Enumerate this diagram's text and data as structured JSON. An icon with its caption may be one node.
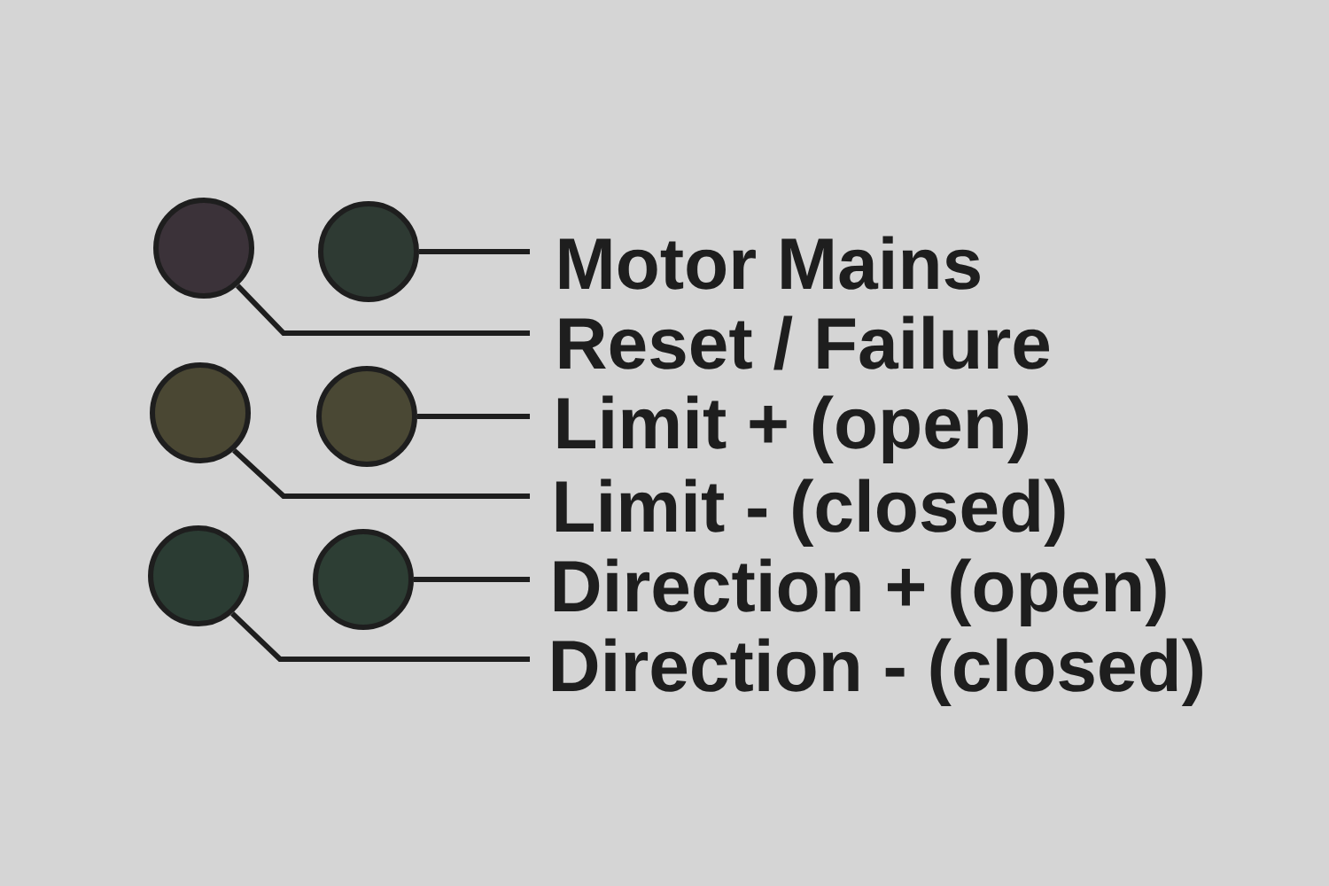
{
  "diagram": {
    "nodes": [
      {
        "text": [],
        "shape": "circle"
      },
      {
        "text": [],
        "shape": "circle"
      },
      {
        "text": [
          "Motor Mains"
        ]
      },
      {
        "text": [
          "Reset / Failure"
        ]
      },
      {
        "text": [],
        "shape": "circle"
      },
      {
        "text": [],
        "shape": "circle"
      },
      {
        "text": [
          "Limit + (open)"
        ]
      },
      {
        "text": [
          "Limit - (closed)"
        ]
      },
      {
        "text": [],
        "shape": "circle"
      },
      {
        "text": [],
        "shape": "circle"
      },
      {
        "text": [
          "Direction + (open)"
        ]
      },
      {
        "text": [
          "Direction - (closed)"
        ]
      }
    ],
    "edges": [
      {
        "from": 1,
        "to": 2,
        "arrow": "none"
      },
      {
        "from": 0,
        "to": 3,
        "arrow": "none"
      },
      {
        "from": 5,
        "to": 6,
        "arrow": "none"
      },
      {
        "from": 4,
        "to": 7,
        "arrow": "none"
      },
      {
        "from": 9,
        "to": 10,
        "arrow": "none"
      },
      {
        "from": 8,
        "to": 11,
        "arrow": "none"
      }
    ]
  }
}
